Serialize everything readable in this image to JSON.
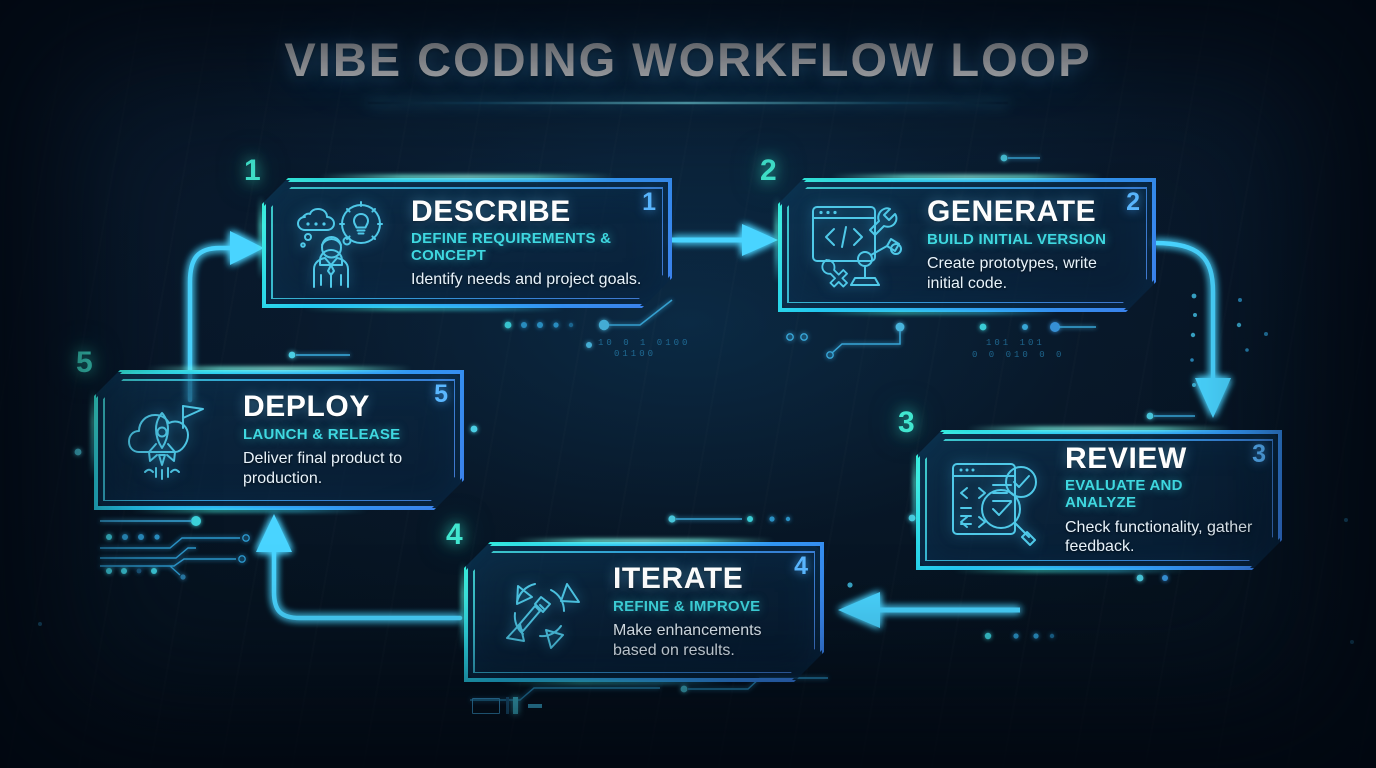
{
  "header": {
    "title": "VIBE CODING WORKFLOW LOOP"
  },
  "colors": {
    "background": "#081524",
    "accent_cyan": "#3fd8e0",
    "accent_blue": "#2f9bf5",
    "accent_teal": "#41e6cf",
    "title_white": "#ffffff",
    "number_outer": "#41e6cf",
    "number_inner": "#5ab7ff",
    "arrow": "#35c8ff"
  },
  "steps": [
    {
      "number": "1",
      "title": "DESCRIBE",
      "subtitle": "DEFINE REQUIREMENTS & CONCEPT",
      "description": "Identify needs and project goals.",
      "icon": "person-thought-bubble-lightbulb-icon"
    },
    {
      "number": "2",
      "title": "GENERATE",
      "subtitle": "BUILD INITIAL VERSION",
      "description": "Create prototypes, write initial code.",
      "icon": "code-window-wrench-robot-arm-icon"
    },
    {
      "number": "3",
      "title": "REVIEW",
      "subtitle": "EVALUATE AND ANALYZE",
      "description": "Check functionality, gather feedback.",
      "icon": "code-window-magnifier-checkmark-icon"
    },
    {
      "number": "4",
      "title": "ITERATE",
      "subtitle": "REFINE & IMPROVE",
      "description": "Make enhancements based on results.",
      "icon": "circular-arrows-hammer-icon"
    },
    {
      "number": "5",
      "title": "DEPLOY",
      "subtitle": "LAUNCH & RELEASE",
      "description": "Deliver final product to production.",
      "icon": "cloud-rocket-flag-icon"
    }
  ],
  "connectors": [
    {
      "name": "describe-to-generate",
      "direction": "right"
    },
    {
      "name": "generate-to-review",
      "direction": "down"
    },
    {
      "name": "review-to-iterate",
      "direction": "left"
    },
    {
      "name": "iterate-to-deploy",
      "direction": "up"
    },
    {
      "name": "deploy-to-describe",
      "direction": "up-right"
    }
  ],
  "decorations": {
    "binary_a": "10  0      1 0100",
    "binary_b": "01100",
    "binary_c": "101   101",
    "binary_d": "0  0  010 0  0"
  }
}
